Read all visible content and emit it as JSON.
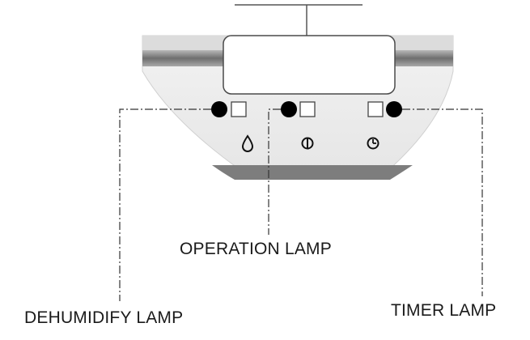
{
  "labels": {
    "operation_lamp": "OPERATION LAMP",
    "dehumidify_lamp": "DEHUMIDIFY LAMP",
    "timer_lamp": "TIMER LAMP"
  },
  "icons": {
    "dehumidify": "water-drop-icon",
    "operation": "power-icon",
    "timer": "clock-icon"
  },
  "colors": {
    "lamp": "#000000",
    "panel_face": "#ececec",
    "panel_band": "#8a8a8a",
    "leader_line": "#333333"
  }
}
